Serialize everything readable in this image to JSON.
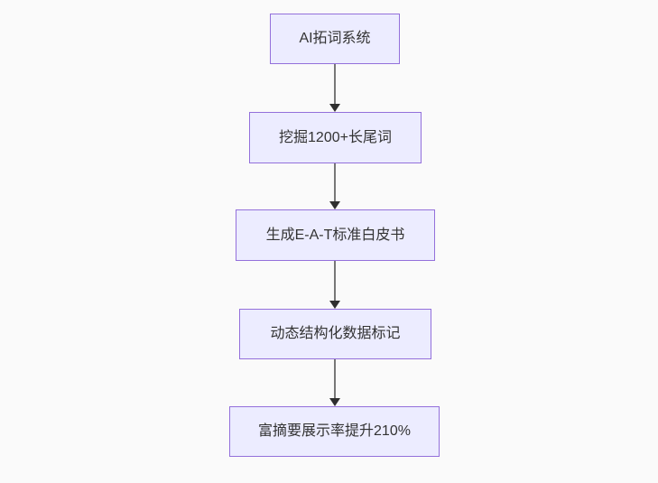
{
  "diagram": {
    "type": "flowchart",
    "direction": "top-down",
    "nodes": [
      {
        "id": "n1",
        "label": "AI拓词系统"
      },
      {
        "id": "n2",
        "label": "挖掘1200+长尾词"
      },
      {
        "id": "n3",
        "label": "生成E-A-T标准白皮书"
      },
      {
        "id": "n4",
        "label": "动态结构化数据标记"
      },
      {
        "id": "n5",
        "label": "富摘要展示率提升210%"
      }
    ],
    "edges": [
      {
        "from": "n1",
        "to": "n2",
        "arrow": "down"
      },
      {
        "from": "n2",
        "to": "n3",
        "arrow": "down"
      },
      {
        "from": "n3",
        "to": "n4",
        "arrow": "down"
      },
      {
        "from": "n4",
        "to": "n5",
        "arrow": "down"
      }
    ],
    "colors": {
      "background": "#fafafa",
      "node_fill": "#ececff",
      "node_border": "#9370db",
      "node_text": "#333333",
      "arrow_line": "#777777",
      "arrow_head": "#2f2f2f"
    }
  }
}
